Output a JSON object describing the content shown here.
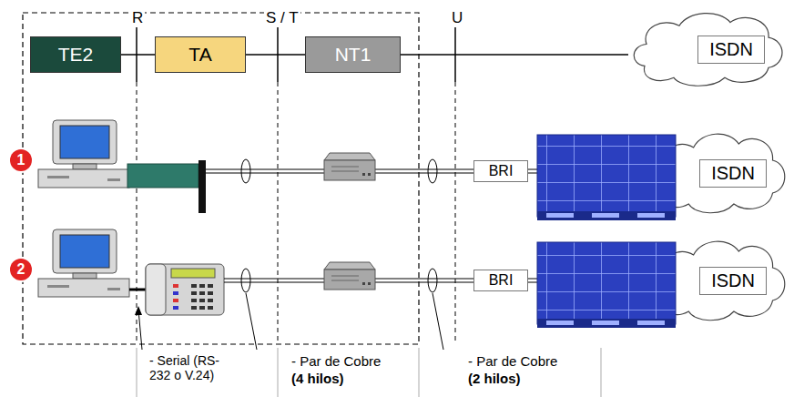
{
  "diagram": {
    "nodes": [
      {
        "text": [
          "TE2"
        ]
      },
      {
        "text": [
          "TA"
        ]
      },
      {
        "text": [
          "NT1"
        ]
      },
      {
        "text": [
          "ISDN"
        ]
      },
      {
        "text": [
          "BRI"
        ]
      },
      {
        "text": [
          "ISDN"
        ]
      },
      {
        "text": [
          "BRI"
        ]
      },
      {
        "text": [
          "ISDN"
        ]
      }
    ],
    "edges": [
      {
        "from": 0,
        "to": 1,
        "arrow": "none"
      },
      {
        "from": 1,
        "to": 2,
        "arrow": "none"
      },
      {
        "from": 2,
        "to": 3,
        "arrow": "none"
      }
    ],
    "labels": [
      "R",
      "S / T",
      "U",
      "1",
      "2",
      "- Serial (RS-232 o V.24)",
      "- Par de Cobre",
      "(4 hilos)",
      "- Par de Cobre",
      "(2 hilos)"
    ]
  }
}
